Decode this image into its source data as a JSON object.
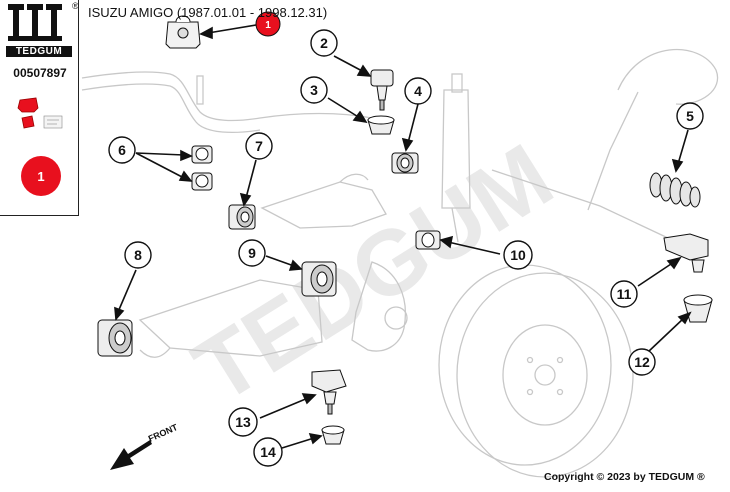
{
  "header": {
    "title": "ISUZU AMIGO (1987.01.01 - 1998.12.31)"
  },
  "sidebar": {
    "brand": "TEDGUM",
    "registered_mark": "®",
    "part_number": "00507897",
    "highlight_badge": "1"
  },
  "watermark": {
    "text": "TEDGUM"
  },
  "diagram": {
    "callouts": [
      "1",
      "2",
      "3",
      "4",
      "5",
      "6",
      "7",
      "8",
      "9",
      "10",
      "11",
      "12",
      "13",
      "14"
    ],
    "front_label": "FRONT"
  },
  "footer": {
    "copyright": "Copyright © 2023 by TEDGUM ®"
  },
  "colors": {
    "highlight": "#e8101e",
    "part_fill": "#f2f2f2",
    "outline": "#111111",
    "sketch": "#c8c8c8",
    "watermark": "#e9e9e9"
  }
}
